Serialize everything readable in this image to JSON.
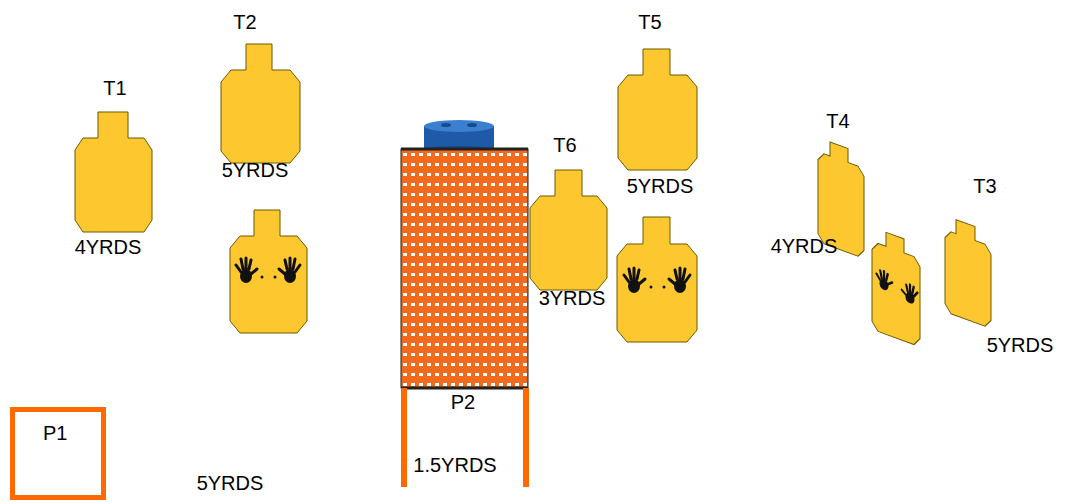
{
  "diagram": {
    "nodes": [
      {
        "text": [
          "P1"
        ]
      }
    ],
    "labels": [
      "T2",
      "T1",
      "5YRDS",
      "4YRDS",
      "T5",
      "T6",
      "5YRDS",
      "3YRDS",
      "T4",
      "4YRDS",
      "T3",
      "5YRDS",
      "P2",
      "1.5YRDS",
      "5YRDS"
    ]
  }
}
